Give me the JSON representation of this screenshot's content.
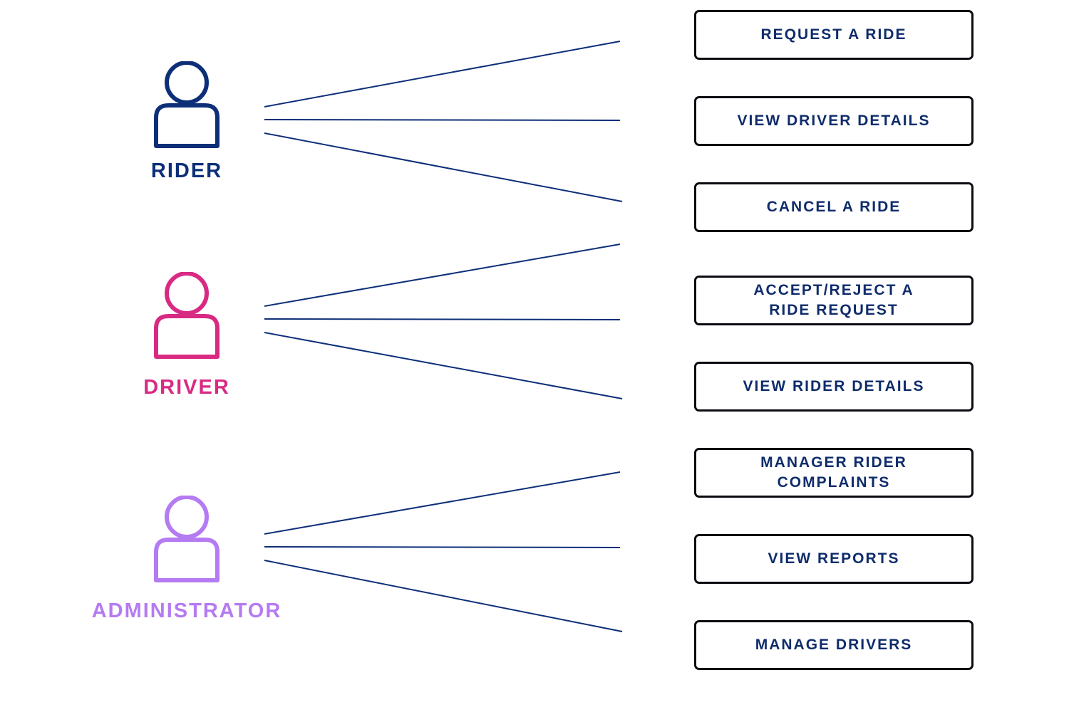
{
  "colors": {
    "rider": "#0d2f78",
    "driver": "#d82a83",
    "administrator": "#b57bf2",
    "connector": "#0d2f78",
    "usecase_text": "#0f2c6b",
    "usecase_border": "#0b0b12"
  },
  "actors": [
    {
      "id": "rider",
      "label": "RIDER",
      "icon": "person-icon"
    },
    {
      "id": "driver",
      "label": "DRIVER",
      "icon": "person-icon"
    },
    {
      "id": "administrator",
      "label": "ADMINISTRATOR",
      "icon": "person-icon"
    }
  ],
  "use_cases": [
    {
      "label": "REQUEST A RIDE"
    },
    {
      "label": "VIEW DRIVER DETAILS"
    },
    {
      "label": "CANCEL A RIDE"
    },
    {
      "label": "ACCEPT/REJECT A\nRIDE REQUEST"
    },
    {
      "label": "VIEW RIDER DETAILS"
    },
    {
      "label": "MANAGER RIDER\nCOMPLAINTS"
    },
    {
      "label": "VIEW REPORTS"
    },
    {
      "label": "MANAGE DRIVERS"
    }
  ]
}
